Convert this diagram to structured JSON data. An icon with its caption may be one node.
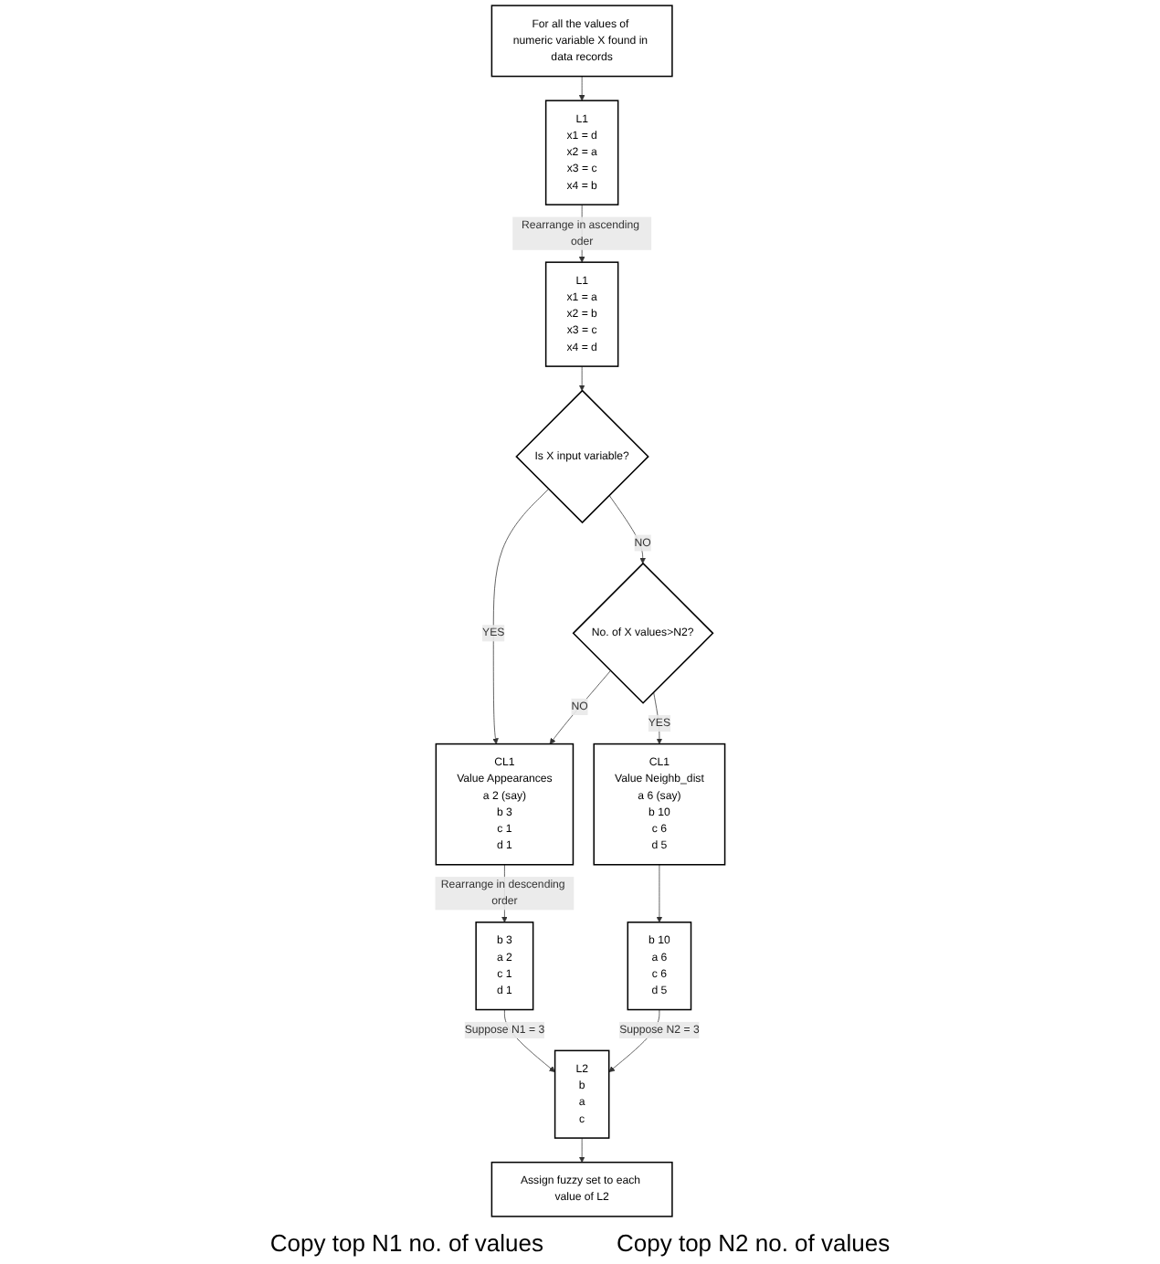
{
  "diagram": {
    "nodes": [
      {
        "text": [
          "For all the values of numeric variable X found in data records"
        ]
      },
      {
        "text": [
          "L1",
          "x1 = d",
          "x2 = a",
          "x3 = c",
          "x4 = b"
        ]
      },
      {
        "text": [
          "L1",
          "x1 = a",
          "x2 = b",
          "x3 = c",
          "x4 = d"
        ]
      },
      {
        "text": [
          "Is X input variable?"
        ]
      },
      {
        "text": [
          "No. of X values>N2?"
        ]
      },
      {
        "text": [
          "CL1",
          "Value",
          "Appearances",
          "a",
          "2 (say)",
          "b",
          "3",
          "c",
          "1",
          "d",
          "1"
        ]
      },
      {
        "text": [
          "CL1",
          "Value",
          "Neighb_dist",
          "a",
          "6 (say)",
          "b",
          "10",
          "c",
          "6",
          "d",
          "5"
        ]
      },
      {
        "text": [
          "b",
          "3",
          "a",
          "2",
          "c",
          "1",
          "d",
          "1"
        ]
      },
      {
        "text": [
          "b",
          "10",
          "a",
          "6",
          "c",
          "6",
          "d",
          "5"
        ]
      },
      {
        "text": [
          "L2",
          "b",
          "a",
          "c"
        ]
      },
      {
        "text": [
          "Assign fuzzy set to each value of L2"
        ]
      }
    ],
    "edges": [
      {
        "from": 0,
        "to": 1,
        "arrow": "to"
      },
      {
        "from": 1,
        "to": 2,
        "arrow": "to",
        "label": "Rearrange in ascending oder"
      },
      {
        "from": 2,
        "to": 3,
        "arrow": "to"
      },
      {
        "from": 3,
        "to": 4,
        "arrow": "to",
        "label": "NO"
      },
      {
        "from": 3,
        "to": 5,
        "arrow": "to",
        "label": "YES"
      },
      {
        "from": 4,
        "to": 5,
        "arrow": "to",
        "label": "NO"
      },
      {
        "from": 4,
        "to": 6,
        "arrow": "to",
        "label": "YES"
      },
      {
        "from": 5,
        "to": 7,
        "arrow": "to",
        "label": "Rearrange in descending order"
      },
      {
        "from": 6,
        "to": 8,
        "arrow": "to"
      },
      {
        "from": 7,
        "to": 9,
        "arrow": "to",
        "label": "Suppose N1 = 3"
      },
      {
        "from": 8,
        "to": 9,
        "arrow": "to",
        "label": "Suppose N2 = 3"
      },
      {
        "from": 9,
        "to": 10,
        "arrow": "to"
      }
    ],
    "labels": [
      "Copy top N1 no. of values",
      "Copy top N2 no. of values"
    ]
  }
}
